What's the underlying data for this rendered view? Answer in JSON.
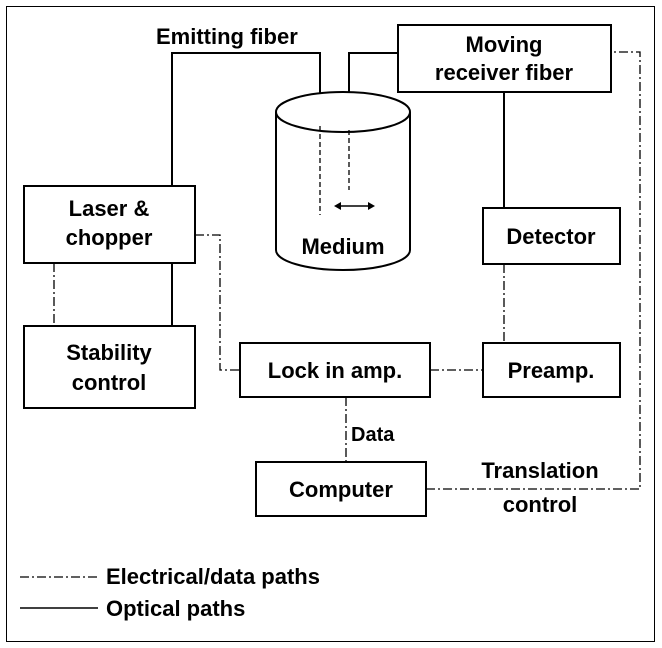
{
  "labels": {
    "emitting_fiber": "Emitting fiber",
    "moving_receiver_line1": "Moving",
    "moving_receiver_line2": "receiver fiber",
    "laser_line1": "Laser &",
    "laser_line2": "chopper",
    "medium": "Medium",
    "detector": "Detector",
    "stability_line1": "Stability",
    "stability_line2": "control",
    "lockin": "Lock in amp.",
    "preamp": "Preamp.",
    "data": "Data",
    "computer": "Computer",
    "translation_line1": "Translation",
    "translation_line2": "control"
  },
  "legend": {
    "electrical_symbol": "-·-·-",
    "electrical_label": "Electrical/data paths",
    "optical_label": "Optical paths"
  }
}
